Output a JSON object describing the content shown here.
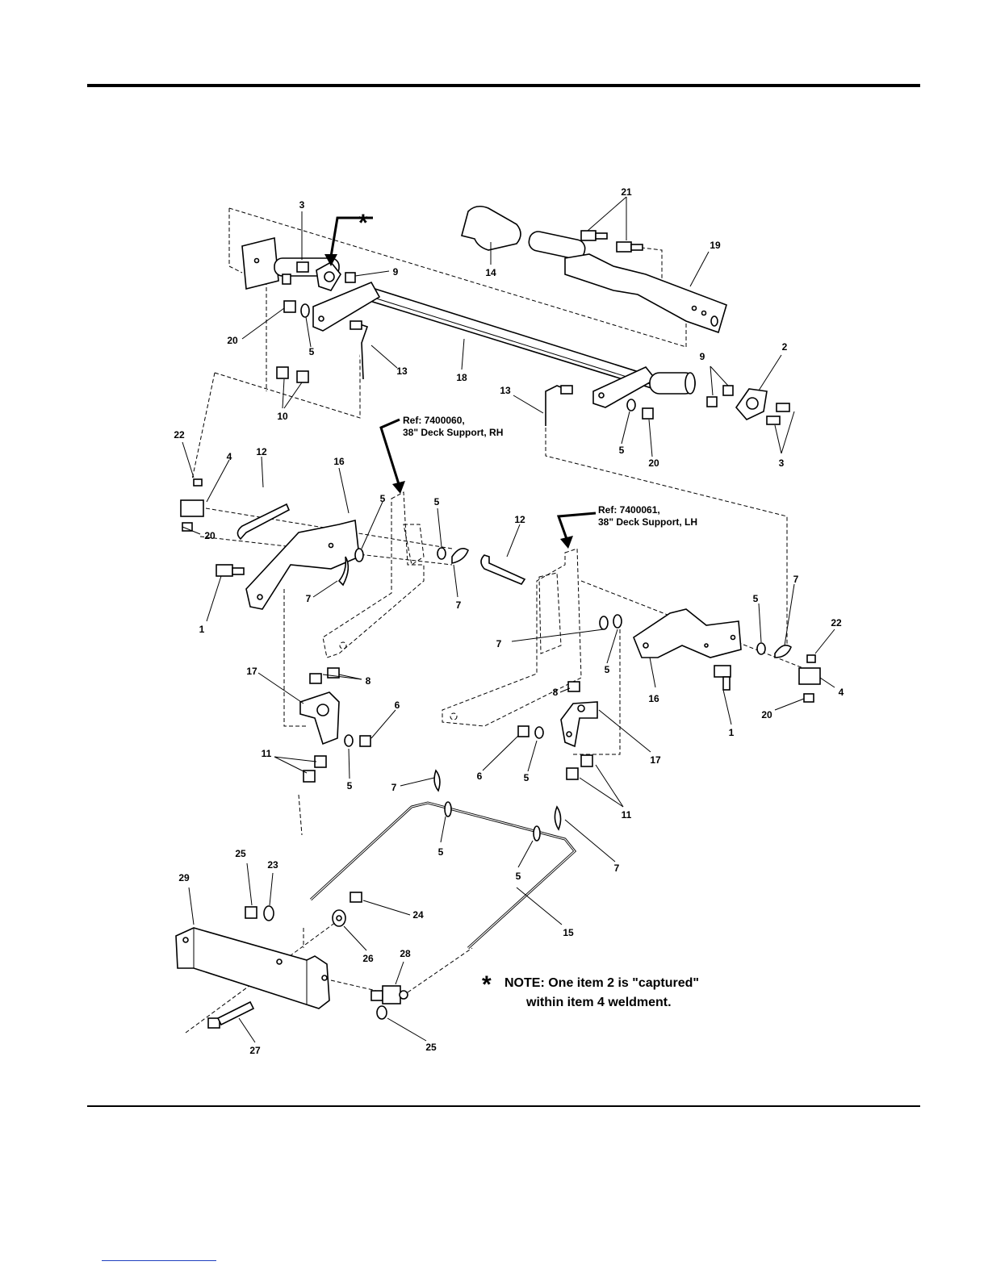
{
  "diagram": {
    "ref_rh": {
      "line1": "Ref: 7400060,",
      "line2": "38\" Deck Support, RH"
    },
    "ref_lh": {
      "line1": "Ref: 7400061,",
      "line2": "38\" Deck Support, LH"
    },
    "asterisk": "*",
    "note": {
      "star": "*",
      "line1": "NOTE: One item  2  is \"captured\"",
      "line2": "within item 4 weldment."
    },
    "callouts": [
      "3",
      "9",
      "20",
      "5",
      "10",
      "13",
      "18",
      "14",
      "21",
      "19",
      "2",
      "9",
      "3",
      "5",
      "20",
      "13",
      "22",
      "4",
      "20",
      "12",
      "16",
      "5",
      "7",
      "1",
      "5",
      "7",
      "12",
      "5",
      "7",
      "22",
      "5",
      "7",
      "4",
      "20",
      "16",
      "1",
      "17",
      "8",
      "6",
      "11",
      "5",
      "8",
      "6",
      "5",
      "17",
      "11",
      "7",
      "5",
      "5",
      "7",
      "15",
      "25",
      "23",
      "29",
      "24",
      "26",
      "28",
      "27",
      "25"
    ]
  }
}
